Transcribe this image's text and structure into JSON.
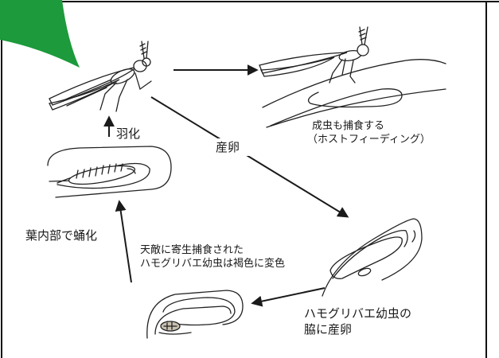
{
  "labels": {
    "eclosion": "羽化",
    "oviposition": "産卵",
    "adult_feeding_line1": "成虫も捕食する",
    "adult_feeding_line2": "（ホストフィーディング）",
    "pupation": "葉内部で蛹化",
    "discolor_line1": "天敵に寄生捕食された",
    "discolor_line2": "ハモグリバエ幼虫は褐色に変色",
    "host_line1": "ハモグリバエ幼虫の",
    "host_line2": "脇に産卵"
  },
  "colors": {
    "corner_accent": "#1c9a3c",
    "line": "#1a1a1a",
    "border": "#111111"
  }
}
